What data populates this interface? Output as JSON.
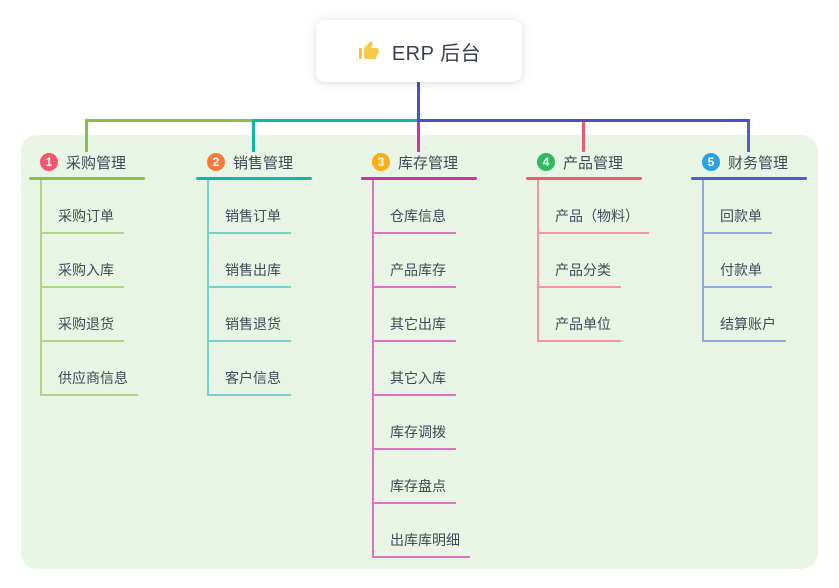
{
  "root": {
    "label": "ERP 后台",
    "icon": "thumbs-up-icon"
  },
  "colors": {
    "panel_bg": "#e9f5e4",
    "text": "#3d4a57",
    "root_connector": "#4254c8",
    "card_bg": "#ffffff",
    "thumb_yellow": "#f5c242"
  },
  "branches": [
    {
      "number": "1",
      "label": "采购管理",
      "badge_color": "#f3556c",
      "line_color": "#85c240",
      "child_line_color": "#aed585",
      "children": [
        "采购订单",
        "采购入库",
        "采购退货",
        "供应商信息"
      ]
    },
    {
      "number": "2",
      "label": "销售管理",
      "badge_color": "#f7793c",
      "line_color": "#0bb8af",
      "child_line_color": "#74d2cb",
      "children": [
        "销售订单",
        "销售出库",
        "销售退货",
        "客户信息"
      ]
    },
    {
      "number": "3",
      "label": "库存管理",
      "badge_color": "#f9ad15",
      "line_color": "#ce31a2",
      "child_line_color": "#df72c1",
      "children": [
        "仓库信息",
        "产品库存",
        "其它出库",
        "其它入库",
        "库存调拨",
        "库存盘点",
        "出库库明细"
      ]
    },
    {
      "number": "4",
      "label": "产品管理",
      "badge_color": "#2fba5f",
      "line_color": "#f4566b",
      "child_line_color": "#f695a0",
      "children": [
        "产品（物料）",
        "产品分类",
        "产品单位"
      ]
    },
    {
      "number": "5",
      "label": "财务管理",
      "badge_color": "#2e9fe2",
      "line_color": "#4a5fd0",
      "child_line_color": "#93a7e2",
      "children": [
        "回款单",
        "付款单",
        "结算账户"
      ]
    }
  ]
}
